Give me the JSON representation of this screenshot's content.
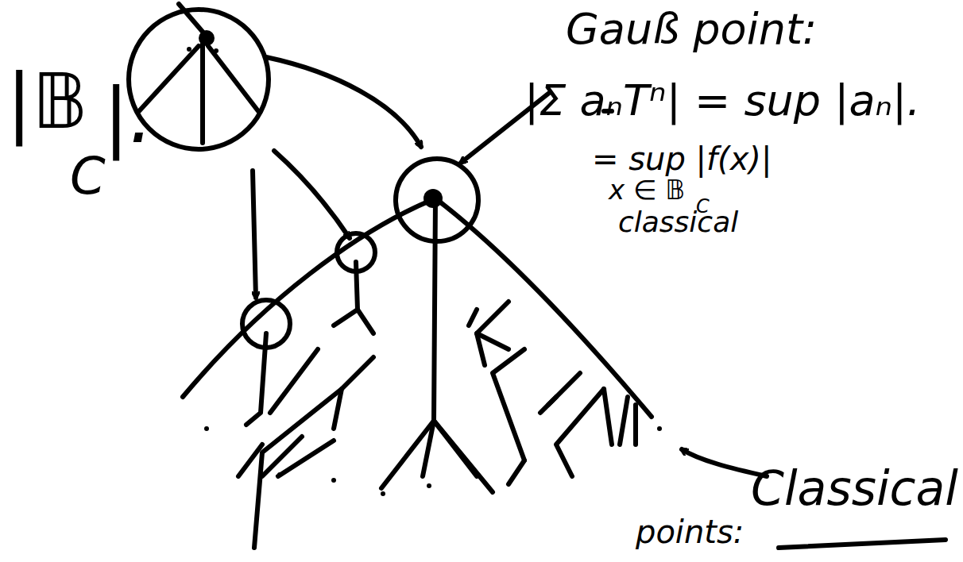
{
  "diagram": {
    "labels": [
      "|𝔹",
      "C",
      "|.",
      "Gauß point:",
      "|Σ aₙTⁿ| = sup |aₙ|.",
      "= sup |f(x)|",
      "x ∈ 𝔹",
      "C",
      "classical",
      "Classical",
      "points:"
    ]
  }
}
